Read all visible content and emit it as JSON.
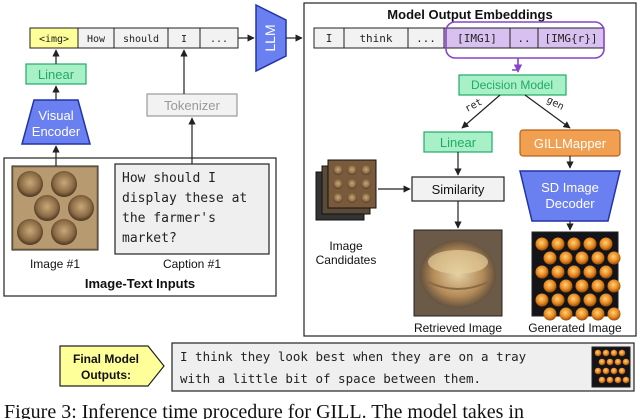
{
  "input_tokens": [
    "<img>",
    "How",
    "should",
    "I",
    "..."
  ],
  "llm_label": "LLM",
  "output_tokens": [
    "I",
    "think",
    "...",
    "[IMG1]",
    "..",
    "[IMG{r}]"
  ],
  "labels": {
    "model_output_embeddings": "Model Output Embeddings",
    "linear_left": "Linear",
    "visual_encoder_line1": "Visual",
    "visual_encoder_line2": "Encoder",
    "tokenizer": "Tokenizer",
    "decision_model": "Decision Model",
    "ret": "ret",
    "gen": "gen",
    "linear_right": "Linear",
    "gillmapper": "GILLMapper",
    "similarity": "Similarity",
    "sd_line1": "SD Image",
    "sd_line2": "Decoder",
    "image_candidates_line1": "Image",
    "image_candidates_line2": "Candidates",
    "retrieved_image": "Retrieved Image",
    "generated_image": "Generated Image",
    "image_label": "Image #1",
    "caption_label": "Caption #1",
    "image_text_inputs": "Image-Text Inputs",
    "final_outputs_line1": "Final Model",
    "final_outputs_line2": "Outputs:"
  },
  "caption_lines": [
    "How should I",
    "display these at",
    "the farmer's",
    "market?"
  ],
  "output_text_lines": [
    "I think they look best when they are on a tray",
    "with a little bit of space between them."
  ],
  "figure_caption": "Figure 3: Inference time procedure for GILL. The model takes in",
  "colors": {
    "yellow": "#ffff99",
    "green_fill": "#a8f0c8",
    "green_text": "#22aa66",
    "blue_fill": "#6a7ff0",
    "blue_stroke": "#2233aa",
    "orange": "#f0a050",
    "purple": "#8844cc",
    "gray_text": "#999999"
  }
}
